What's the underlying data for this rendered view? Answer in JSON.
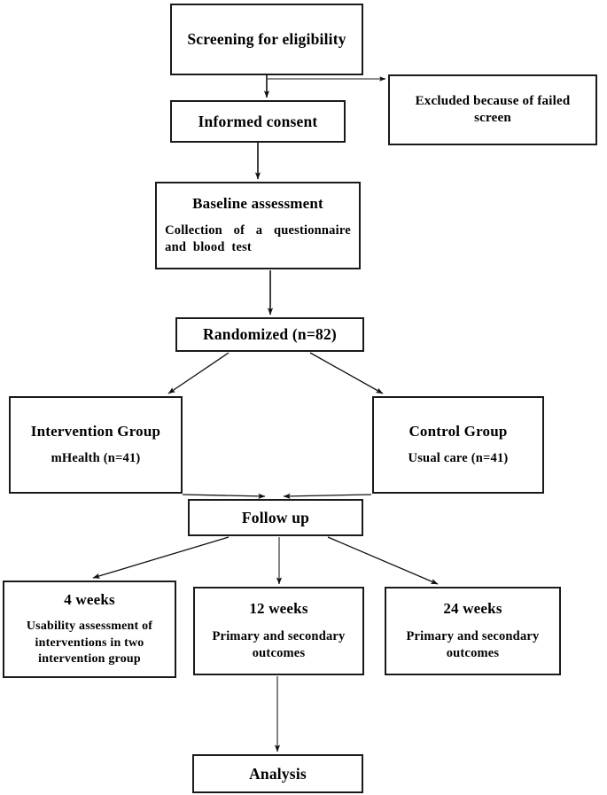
{
  "diagram": {
    "type": "flowchart",
    "title": "Randomized controlled trial participant flow diagram",
    "stroke_color": "#1a1a1a",
    "background_color": "#ffffff",
    "nodes": [
      {
        "id": "screening",
        "title": "Screening for eligibility",
        "sub": ""
      },
      {
        "id": "excluded",
        "title": "",
        "sub": "Excluded because of failed screen"
      },
      {
        "id": "consent",
        "title": "Informed consent",
        "sub": ""
      },
      {
        "id": "baseline",
        "title": "Baseline assessment",
        "sub": "Collection of a questionnaire and blood test"
      },
      {
        "id": "randomized",
        "title": "Randomized (n=82)",
        "sub": ""
      },
      {
        "id": "intervention",
        "title": "Intervention Group",
        "sub": "mHealth (n=41)"
      },
      {
        "id": "control",
        "title": "Control Group",
        "sub": "Usual care (n=41)"
      },
      {
        "id": "followup",
        "title": "Follow up",
        "sub": ""
      },
      {
        "id": "week4",
        "title": "4 weeks",
        "sub": "Usability assessment of interventions in two intervention group"
      },
      {
        "id": "week12",
        "title": "12 weeks",
        "sub": "Primary and secondary outcomes"
      },
      {
        "id": "week24",
        "title": "24 weeks",
        "sub": "Primary and secondary outcomes"
      },
      {
        "id": "analysis",
        "title": "Analysis",
        "sub": ""
      }
    ],
    "edges": [
      {
        "from": "screening",
        "to": "consent",
        "style": "vertical-arrow"
      },
      {
        "from": "screening",
        "to": "excluded",
        "style": "horizontal-branch-arrow"
      },
      {
        "from": "consent",
        "to": "baseline",
        "style": "vertical-arrow"
      },
      {
        "from": "baseline",
        "to": "randomized",
        "style": "vertical-arrow"
      },
      {
        "from": "randomized",
        "to": "intervention",
        "style": "diagonal-arrow"
      },
      {
        "from": "randomized",
        "to": "control",
        "style": "diagonal-arrow"
      },
      {
        "from": "intervention",
        "to": "followup",
        "style": "diagonal-arrow"
      },
      {
        "from": "control",
        "to": "followup",
        "style": "diagonal-arrow"
      },
      {
        "from": "followup",
        "to": "week4",
        "style": "diagonal-arrow"
      },
      {
        "from": "followup",
        "to": "week12",
        "style": "vertical-arrow"
      },
      {
        "from": "followup",
        "to": "week24",
        "style": "diagonal-arrow"
      },
      {
        "from": "week12",
        "to": "analysis",
        "style": "vertical-arrow"
      }
    ]
  }
}
